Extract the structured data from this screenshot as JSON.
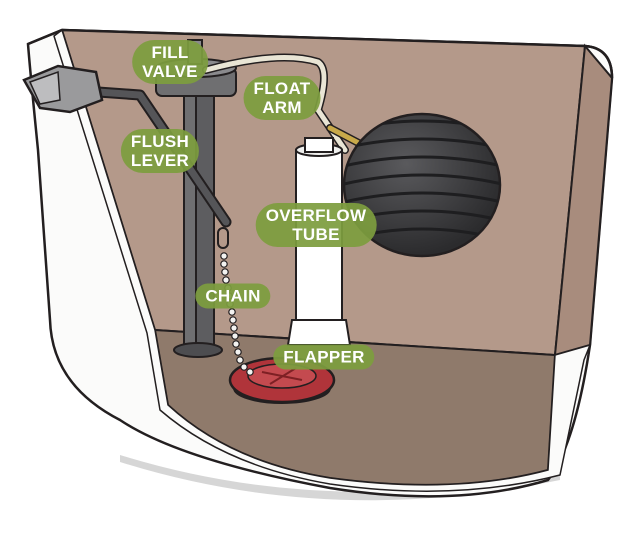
{
  "diagram": {
    "labels": {
      "fill_valve": [
        "FILL",
        "VALVE"
      ],
      "float_arm": [
        "FLOAT",
        "ARM"
      ],
      "flush_lever": [
        "FLUSH",
        "LEVER"
      ],
      "overflow_tube": [
        "OVERFLOW",
        "TUBE"
      ],
      "chain": [
        "CHAIN"
      ],
      "flapper": [
        "FLAPPER"
      ]
    }
  },
  "colors": {
    "tank_white": "#fbfbfa",
    "tank_inner_wall": "#b4998a",
    "tank_floor": "#8f7a6b",
    "outline": "#231f20",
    "fill_valve_gray": "#6f6f71",
    "float_ball": "#3a3a3c",
    "flapper_red": "#b0343a",
    "label_green": "#7d9d3e"
  }
}
